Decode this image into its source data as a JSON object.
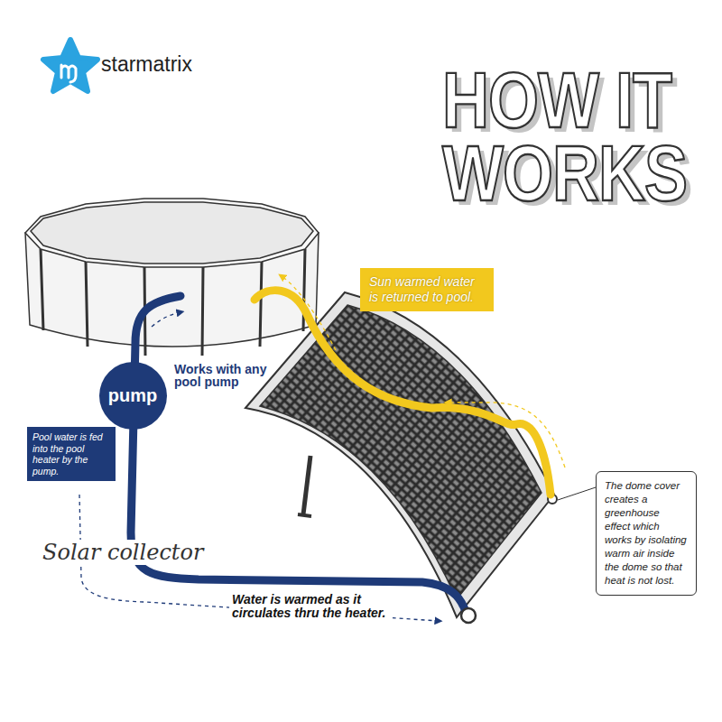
{
  "diagram": {
    "title": "HOW IT WORKS",
    "nodes": [
      {
        "text": [
          "Sun warmed water is returned to pool."
        ]
      },
      {
        "text": [
          "pump"
        ]
      },
      {
        "text": [
          "Pool water is fed into the pool heater by the pump."
        ]
      },
      {
        "text": [
          "The dome cover creates a greenhouse effect which works by isolating warm air inside the dome so that heat is not lost."
        ]
      }
    ],
    "labels": [
      "starmatrix",
      "Works with any pool pump",
      "Solar collector",
      "Water is warmed as it circulates thru the heater."
    ]
  }
}
